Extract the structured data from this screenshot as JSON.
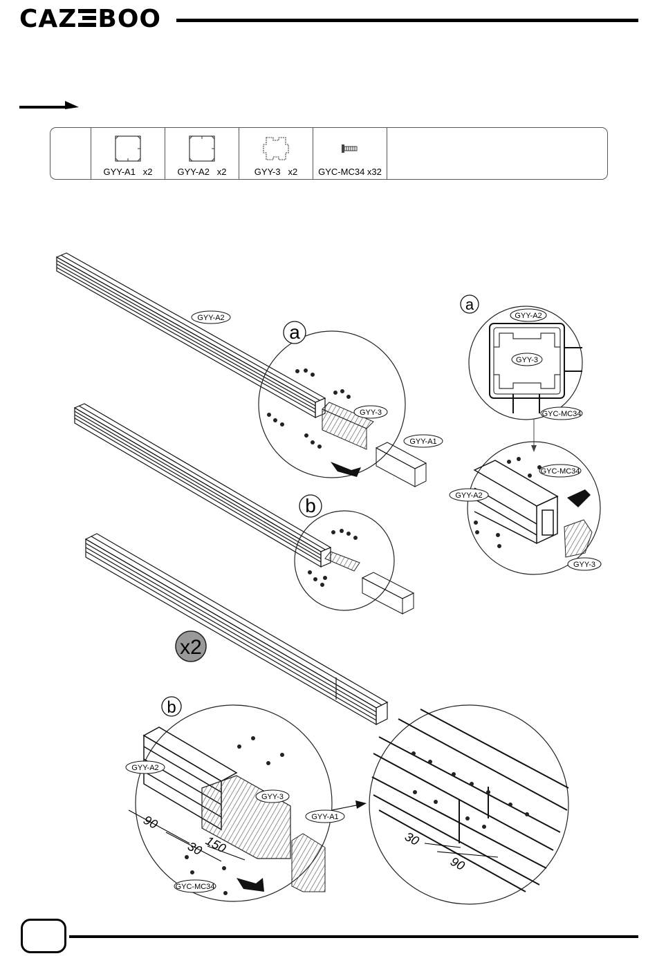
{
  "brand": {
    "left": "CAZ",
    "right": "BOO"
  },
  "parts_table": {
    "items": [
      {
        "label": "GYY-A1   x2",
        "icon": "profile-a1-icon"
      },
      {
        "label": "GYY-A2   x2",
        "icon": "profile-a2-icon"
      },
      {
        "label": "GYY-3   x2",
        "icon": "connector-3-icon"
      },
      {
        "label": "GYC-MC34 x32",
        "icon": "screw-icon"
      }
    ]
  },
  "callouts": {
    "a": "a",
    "b": "b",
    "multiplier": "x2"
  },
  "tags": {
    "gyy_a1": "GYY-A1",
    "gyy_a2": "GYY-A2",
    "gyy_3": "GYY-3",
    "gyc_mc34": "GYC-MC34"
  },
  "dimensions": {
    "d90": "90",
    "d30": "30",
    "d150": "150"
  }
}
